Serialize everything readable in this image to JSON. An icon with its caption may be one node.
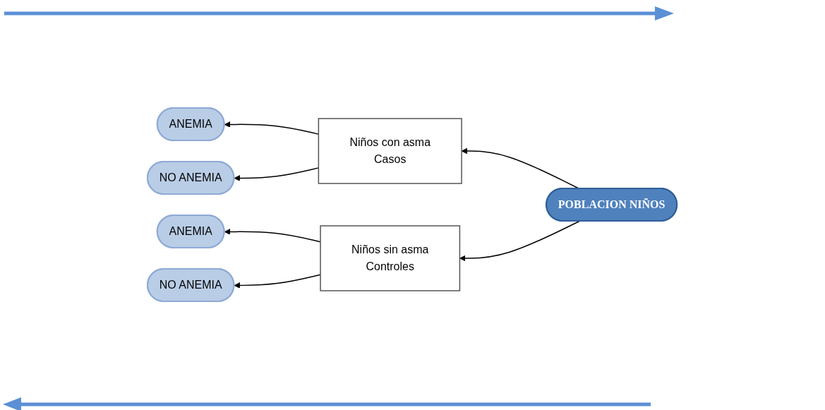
{
  "diagram": {
    "nodes": [
      {
        "text": [
          "ANEMIA"
        ]
      },
      {
        "text": [
          "NO ANEMIA"
        ]
      },
      {
        "text": [
          "ANEMIA"
        ]
      },
      {
        "text": [
          "NO ANEMIA"
        ]
      },
      {
        "text": [
          "Niños con asma",
          "Casos"
        ]
      },
      {
        "text": [
          "Niños sin asma",
          "Controles"
        ]
      },
      {
        "text": [
          "POBLACION NIÑOS"
        ]
      }
    ],
    "edges": [
      {
        "from": 4,
        "to": 0,
        "arrow": "to"
      },
      {
        "from": 4,
        "to": 1,
        "arrow": "to"
      },
      {
        "from": 5,
        "to": 2,
        "arrow": "to"
      },
      {
        "from": 5,
        "to": 3,
        "arrow": "to"
      },
      {
        "from": 6,
        "to": 4,
        "arrow": "to"
      },
      {
        "from": 6,
        "to": 5,
        "arrow": "to"
      }
    ]
  }
}
